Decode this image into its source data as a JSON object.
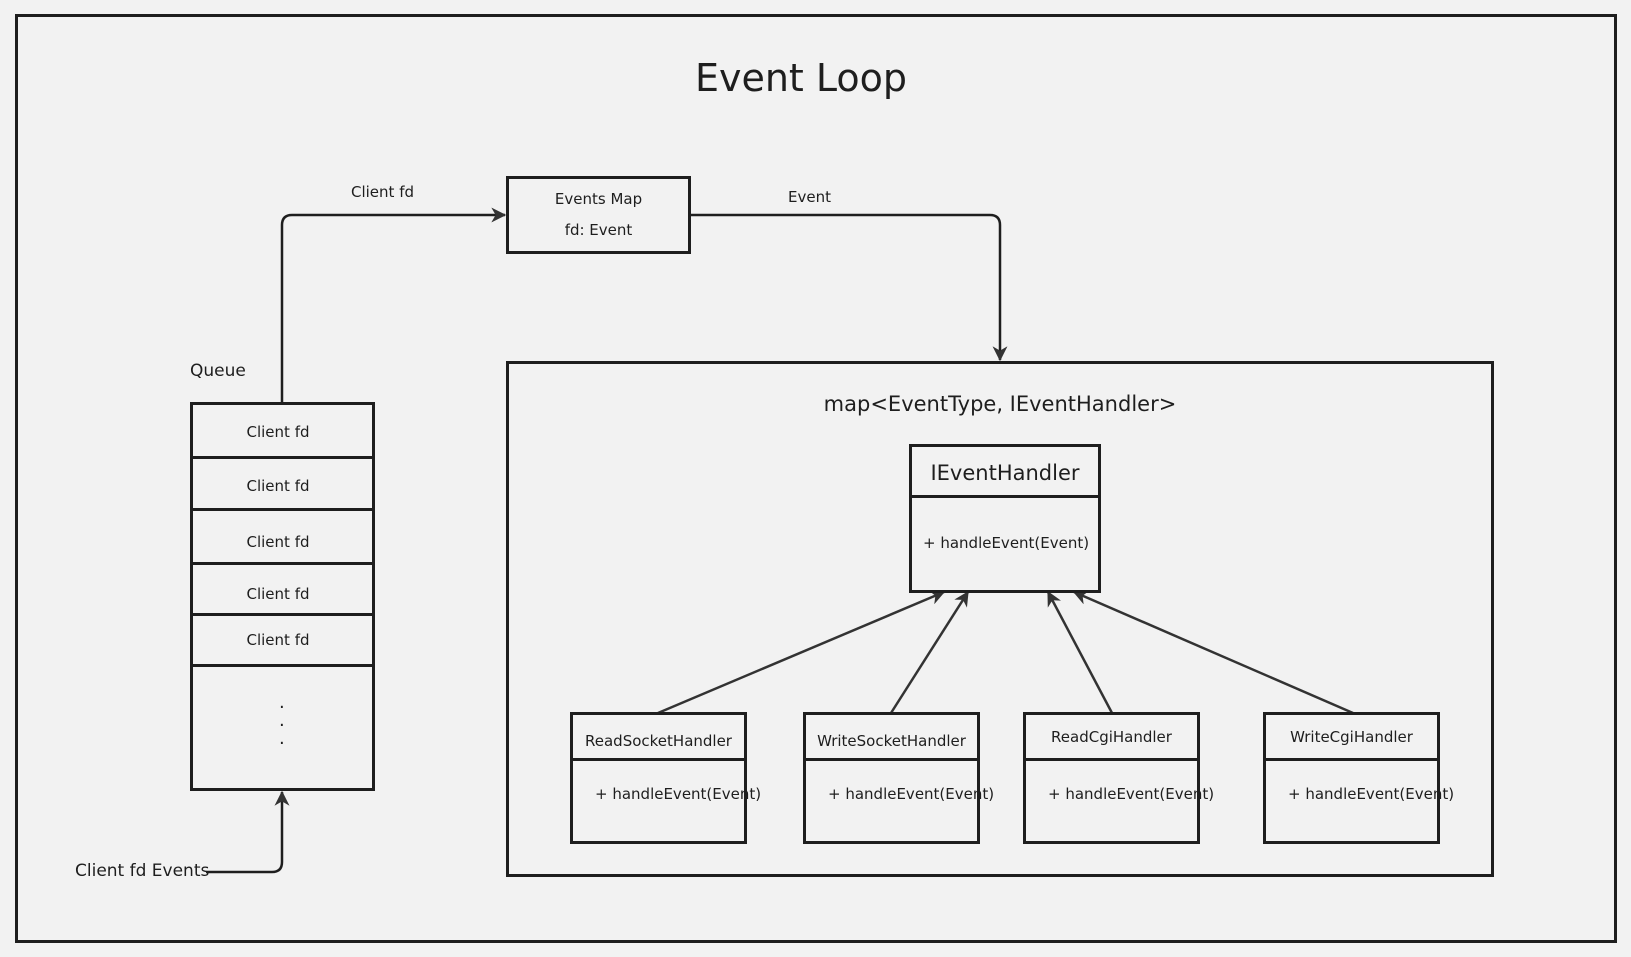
{
  "diagram": {
    "title": "Event Loop",
    "queue": {
      "label": "Queue",
      "items": [
        "Client fd",
        "Client fd",
        "Client fd",
        "Client fd",
        "Client fd"
      ],
      "ellipsis": [
        "·",
        "·",
        "·"
      ]
    },
    "events_map": {
      "name": "Events Map",
      "field": "fd: Event"
    },
    "map_container": {
      "title": "map<EventType, IEventHandler>"
    },
    "interface": {
      "name": "IEventHandler",
      "method": "+ handleEvent(Event)"
    },
    "handlers": [
      {
        "name": "ReadSocketHandler",
        "method": "+ handleEvent(Event)"
      },
      {
        "name": "WriteSocketHandler",
        "method": "+ handleEvent(Event)"
      },
      {
        "name": "ReadCgiHandler",
        "method": "+ handleEvent(Event)"
      },
      {
        "name": "WriteCgiHandler",
        "method": "+ handleEvent(Event)"
      }
    ],
    "edge_labels": {
      "queue_to_map": "Client fd",
      "map_to_handlers": "Event",
      "input": "Client fd Events"
    },
    "colors": {
      "background": "#f2f2f2",
      "stroke": "#1e1e1e"
    }
  }
}
